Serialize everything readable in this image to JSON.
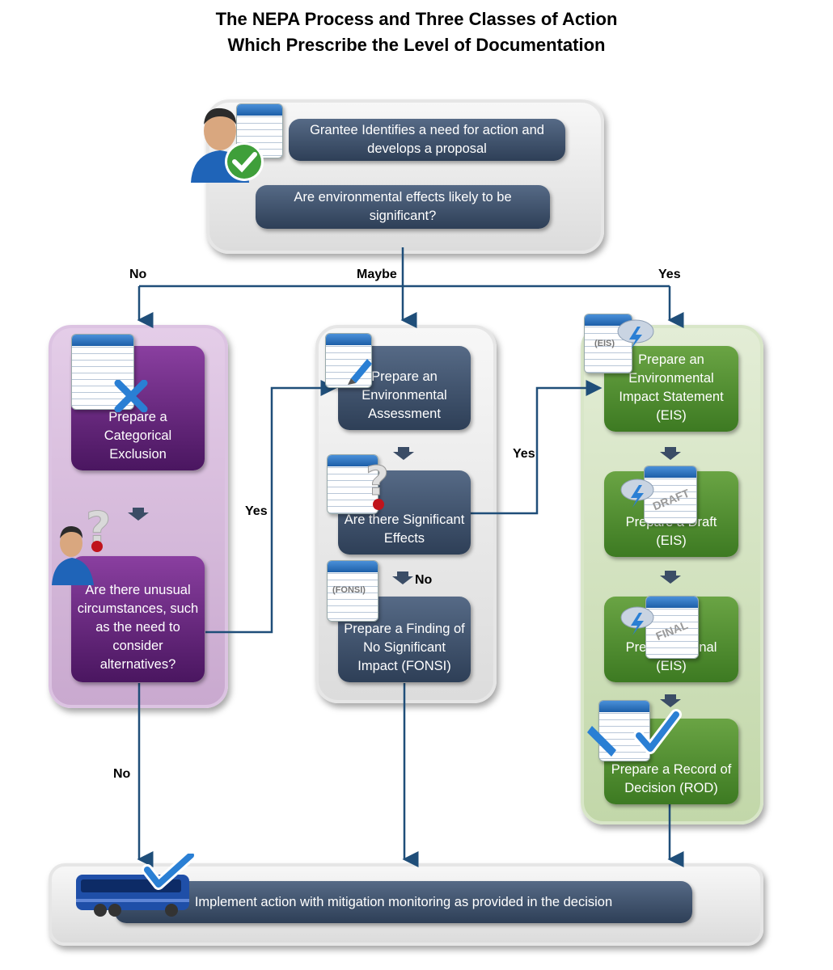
{
  "title": {
    "line1": "The NEPA Process and Three Classes of Action",
    "line2": "Which Prescribe the Level of Documentation"
  },
  "top": {
    "identify": "Grantee Identifies a need for action and develops a proposal",
    "question": "Are environmental effects likely to be significant?"
  },
  "branches": {
    "no": "No",
    "maybe": "Maybe",
    "yes": "Yes"
  },
  "left": {
    "catex": "Prepare a Categorical Exclusion",
    "unusual": "Are there unusual circumstances, such as the need to consider alternatives?",
    "yes_label": "Yes",
    "no_label": "No"
  },
  "middle": {
    "ea": "Prepare an Environmental Assessment",
    "sig": "Are there Significant Effects",
    "yes_label": "Yes",
    "no_label": "No",
    "fonsi": "Prepare a Finding of No Significant Impact (FONSI)",
    "fonsi_tag": "(FONSI)"
  },
  "right": {
    "eis": "Prepare an Environmental Impact Statement (EIS)",
    "eis_tag": "(EIS)",
    "draft": "Prepare a Draft (EIS)",
    "draft_tag": "DRAFT",
    "final": "Prepare a Final (EIS)",
    "final_tag": "FINAL",
    "rod": "Prepare a Record of Decision (ROD)"
  },
  "bottom": {
    "implement": "Implement action with mitigation monitoring as provided in the decision"
  },
  "colors": {
    "line": "#1f4e79",
    "navy": "#3b4d66",
    "purple": "#5e2378",
    "green": "#4f8f2e"
  }
}
